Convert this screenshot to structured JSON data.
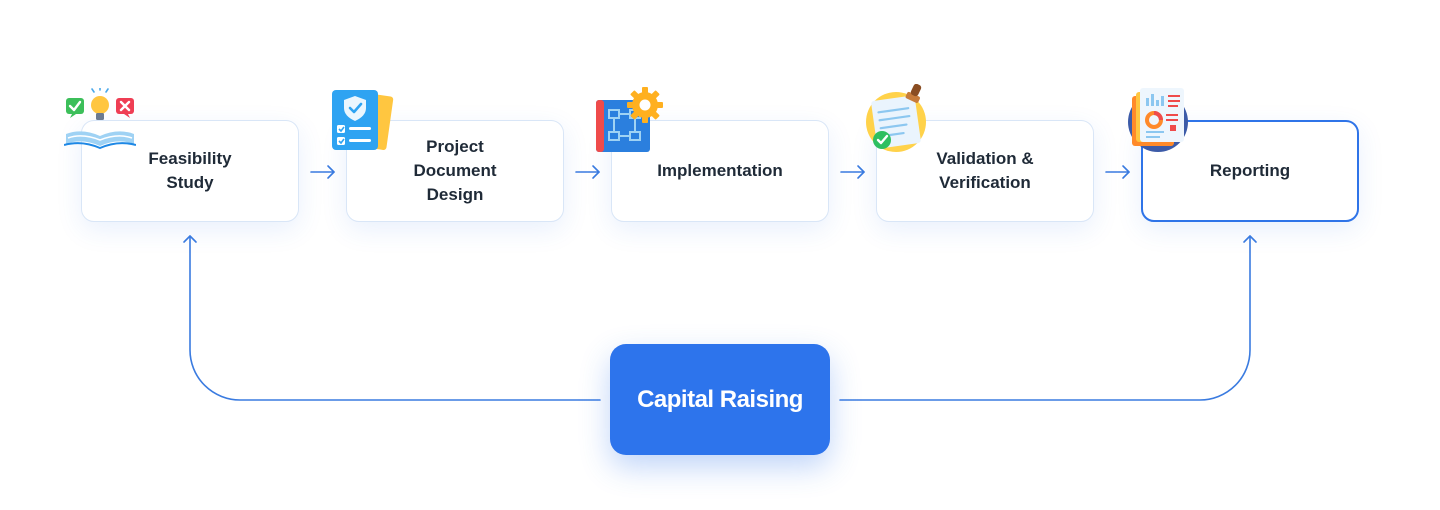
{
  "diagram": {
    "steps": [
      {
        "label": "Feasibility\nStudy"
      },
      {
        "label": "Project\nDocument\nDesign"
      },
      {
        "label": "Implementation"
      },
      {
        "label": "Validation &\nVerification"
      },
      {
        "label": "Reporting"
      }
    ],
    "hub": {
      "label": "Capital Raising"
    },
    "colors": {
      "accent": "#2d74ec",
      "connector": "#3a7be0",
      "card_border": "#d9e6f7",
      "text": "#1f2a37"
    },
    "icons": [
      "idea-book-icon",
      "checklist-shield-icon",
      "blueprint-gear-icon",
      "stamped-document-icon",
      "report-charts-icon"
    ]
  }
}
